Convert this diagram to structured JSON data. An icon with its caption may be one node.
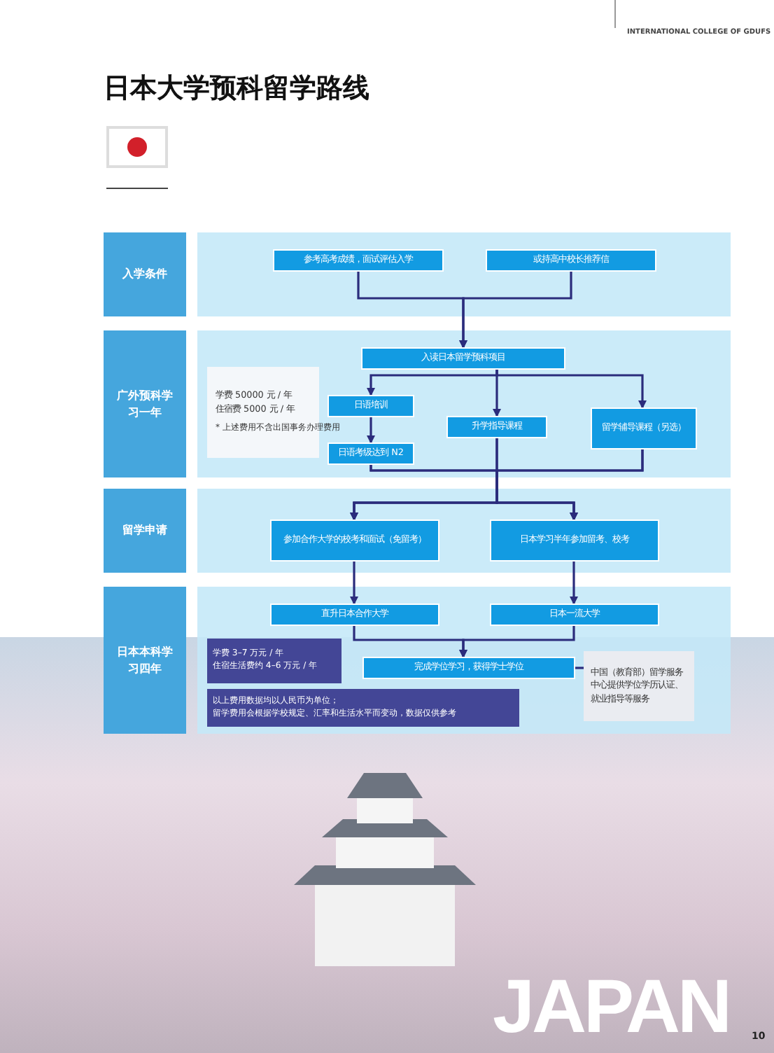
{
  "diagram": {
    "title": "日本大学预科留学路线",
    "nodes": [
      {
        "text": [
          "入学条件"
        ]
      },
      {
        "text": [],
        "shape": "box"
      },
      {
        "text": [
          "参考高考成绩，面试评估入学"
        ],
        "in": 1
      },
      {
        "text": [
          "或持高中校长推荐信"
        ],
        "in": 1
      },
      {
        "text": [
          "广外预科学习一年"
        ]
      },
      {
        "text": [],
        "shape": "box"
      },
      {
        "text": [
          "入读日本留学预科项目"
        ],
        "in": 5
      },
      {
        "text": [
          "学费  50000 元 / 年",
          "住宿费 5000 元 / 年",
          "* 上述费用不含出国事务办理费用"
        ],
        "in": 5
      },
      {
        "text": [
          "日语培训"
        ],
        "in": 5
      },
      {
        "text": [
          "升学指导课程"
        ],
        "in": 5
      },
      {
        "text": [
          "留学辅导课程（另选）"
        ],
        "in": 5
      },
      {
        "text": [
          "日语考级达到 N2"
        ],
        "in": 5
      },
      {
        "text": [
          "留学申请"
        ]
      },
      {
        "text": [],
        "shape": "box"
      },
      {
        "text": [
          "参加合作大学的校考和面试（免留考）"
        ],
        "in": 13
      },
      {
        "text": [
          "日本学习半年参加留考、校考"
        ],
        "in": 13
      },
      {
        "text": [
          "日本本科学习四年"
        ]
      },
      {
        "text": [],
        "shape": "box"
      },
      {
        "text": [
          "直升日本合作大学"
        ],
        "in": 17
      },
      {
        "text": [
          "日本一流大学"
        ],
        "in": 17
      },
      {
        "text": [
          "学费 3–7 万元 / 年",
          "住宿生活费约 4–6 万元 / 年"
        ],
        "in": 17
      },
      {
        "text": [
          "完成学位学习，获得学士学位"
        ],
        "in": 17
      },
      {
        "text": [
          "中国（教育部）留学服务中心提供学位学历认证、就业指导等服务"
        ],
        "in": 17
      },
      {
        "text": [
          "以上费用数据均以人民币为单位；",
          "留学费用会根据学校规定、汇率和生活水平而变动，数据仅供参考"
        ],
        "in": 17
      }
    ],
    "edges": [
      {
        "from": 2,
        "to": 6,
        "arrow": "to"
      },
      {
        "from": 3,
        "to": 6,
        "arrow": "to"
      },
      {
        "from": 6,
        "to": 8,
        "arrow": "to"
      },
      {
        "from": 6,
        "to": 9,
        "arrow": "to"
      },
      {
        "from": 6,
        "to": 10,
        "arrow": "to"
      },
      {
        "from": 8,
        "to": 11,
        "arrow": "to"
      },
      {
        "from": 11,
        "to": 14,
        "arrow": "to"
      },
      {
        "from": 11,
        "to": 15,
        "arrow": "to"
      },
      {
        "from": 9,
        "to": 14,
        "arrow": "to"
      },
      {
        "from": 9,
        "to": 15,
        "arrow": "to"
      },
      {
        "from": 10,
        "to": 14,
        "arrow": "to"
      },
      {
        "from": 10,
        "to": 15,
        "arrow": "to"
      },
      {
        "from": 14,
        "to": 18,
        "arrow": "to"
      },
      {
        "from": 15,
        "to": 19,
        "arrow": "to"
      },
      {
        "from": 18,
        "to": 21,
        "arrow": "to"
      },
      {
        "from": 19,
        "to": 21,
        "arrow": "to"
      },
      {
        "from": 21,
        "to": 22,
        "arrow": "none"
      }
    ],
    "labels": [
      "INTERNATIONAL COLLEGE OF GDUFS",
      "JAPAN",
      "10"
    ]
  }
}
